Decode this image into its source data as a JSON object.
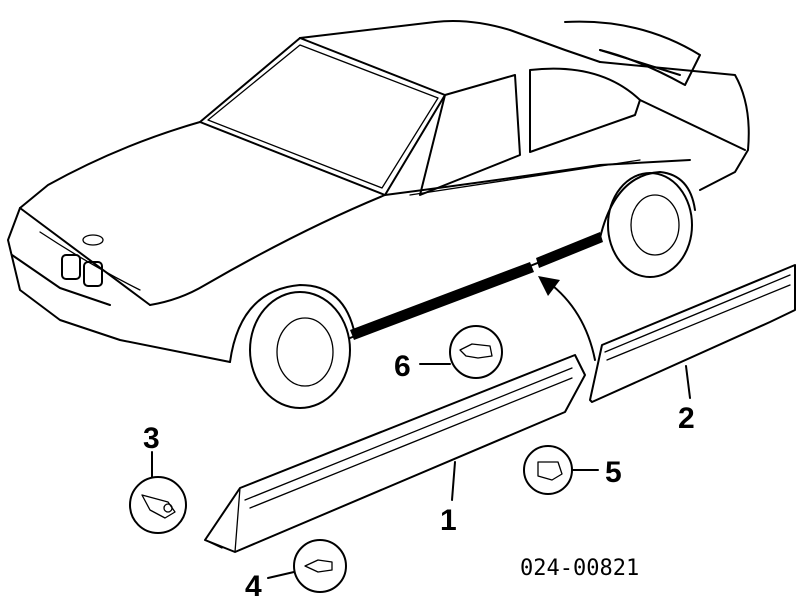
{
  "diagram": {
    "callouts": [
      "1",
      "2",
      "3",
      "4",
      "5",
      "6"
    ],
    "part_code": "024-00821"
  }
}
